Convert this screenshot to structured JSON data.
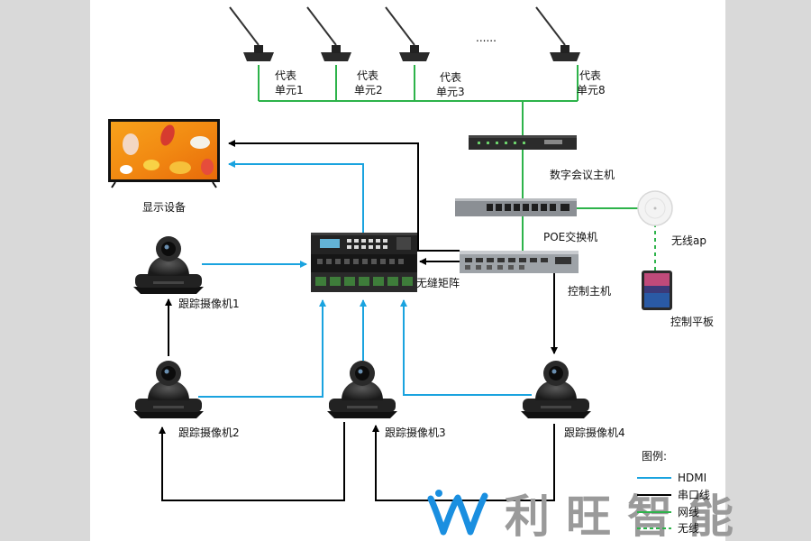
{
  "labels": {
    "delegate1_line1": "代表",
    "delegate1_line2": "单元1",
    "delegate2_line1": "代表",
    "delegate2_line2": "单元2",
    "delegate3_line1": "代表",
    "delegate3_line2": "单元3",
    "delegate8_line1": "代表",
    "delegate8_line2": "单元8",
    "ellipsis": "......",
    "display": "显示设备",
    "conference_host": "数字会议主机",
    "poe_switch": "POE交换机",
    "wireless_ap": "无线ap",
    "matrix": "无缝矩阵",
    "control_host": "控制主机",
    "control_tablet": "控制平板",
    "camera1": "跟踪摄像机1",
    "camera2": "跟踪摄像机2",
    "camera3": "跟踪摄像机3",
    "camera4": "跟踪摄像机4"
  },
  "legend": {
    "title": "图例:",
    "items": [
      {
        "label": "HDMI",
        "color": "#1aa3df",
        "style": "solid"
      },
      {
        "label": "串口线",
        "color": "#000000",
        "style": "solid"
      },
      {
        "label": "网线",
        "color": "#2db34a",
        "style": "solid"
      },
      {
        "label": "无线",
        "color": "#2db34a",
        "style": "dashed"
      }
    ]
  },
  "brand": {
    "text": "利旺智能",
    "logo": "wave-logo-icon"
  },
  "colors": {
    "hdmi": "#1aa3df",
    "serial": "#000000",
    "network": "#2db34a",
    "brand": "#1a8fe0"
  }
}
